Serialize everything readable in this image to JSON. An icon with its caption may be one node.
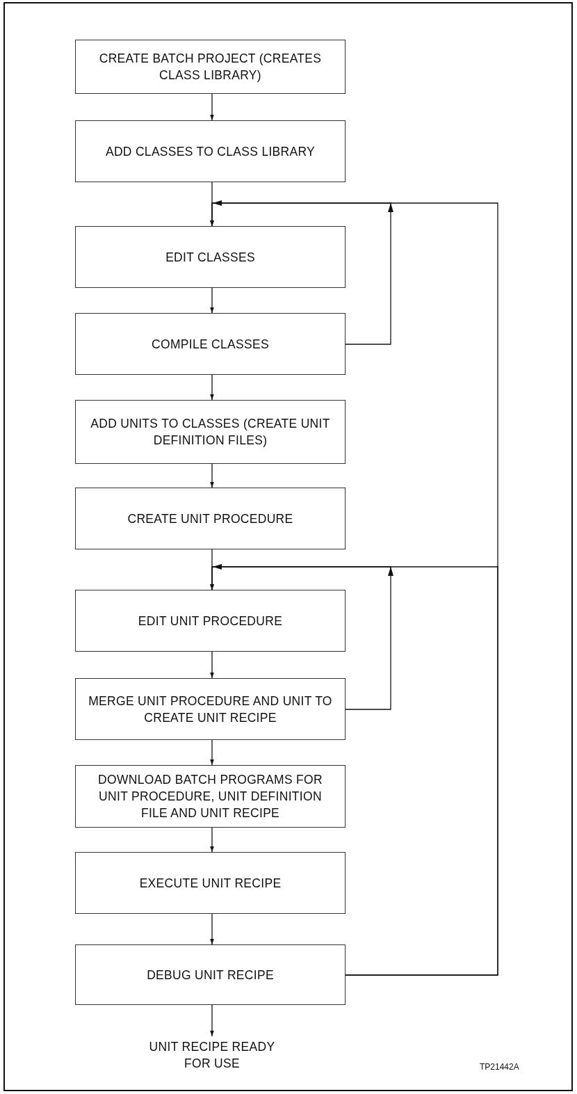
{
  "diagram": {
    "nodes": [
      {
        "text": [
          "CREATE BATCH PROJECT (CREATES CLASS LIBRARY)"
        ]
      },
      {
        "text": [
          "ADD CLASSES TO CLASS LIBRARY"
        ]
      },
      {
        "text": [
          "EDIT CLASSES"
        ]
      },
      {
        "text": [
          "COMPILE CLASSES"
        ]
      },
      {
        "text": [
          "ADD UNITS TO CLASSES (CREATE UNIT DEFINITION FILES)"
        ]
      },
      {
        "text": [
          "CREATE UNIT PROCEDURE"
        ]
      },
      {
        "text": [
          "EDIT UNIT PROCEDURE"
        ]
      },
      {
        "text": [
          "MERGE UNIT PROCEDURE AND UNIT TO CREATE UNIT RECIPE"
        ]
      },
      {
        "text": [
          "DOWNLOAD BATCH PROGRAMS FOR UNIT PROCEDURE, UNIT DEFINITION FILE AND UNIT RECIPE"
        ]
      },
      {
        "text": [
          "EXECUTE UNIT RECIPE"
        ]
      },
      {
        "text": [
          "DEBUG UNIT RECIPE"
        ]
      },
      {
        "text": [
          "UNIT RECIPE READY FOR USE"
        ]
      }
    ],
    "edges": [
      {
        "from": 0,
        "to": 1,
        "arrow": "to"
      },
      {
        "from": 1,
        "to": 2,
        "arrow": "to"
      },
      {
        "from": 2,
        "to": 3,
        "arrow": "to"
      },
      {
        "from": 3,
        "to": 4,
        "arrow": "to"
      },
      {
        "from": 4,
        "to": 5,
        "arrow": "to"
      },
      {
        "from": 5,
        "to": 6,
        "arrow": "to"
      },
      {
        "from": 6,
        "to": 7,
        "arrow": "to"
      },
      {
        "from": 7,
        "to": 8,
        "arrow": "to"
      },
      {
        "from": 8,
        "to": 9,
        "arrow": "to"
      },
      {
        "from": 9,
        "to": 10,
        "arrow": "to"
      },
      {
        "from": 10,
        "to": 11,
        "arrow": "to"
      },
      {
        "from": 3,
        "to": 2,
        "arrow": "to"
      },
      {
        "from": 7,
        "to": 6,
        "arrow": "to"
      },
      {
        "from": 10,
        "to": 2,
        "arrow": "to"
      },
      {
        "from": 10,
        "to": 6,
        "arrow": "to"
      }
    ],
    "labels": [
      "TP21442A"
    ]
  }
}
